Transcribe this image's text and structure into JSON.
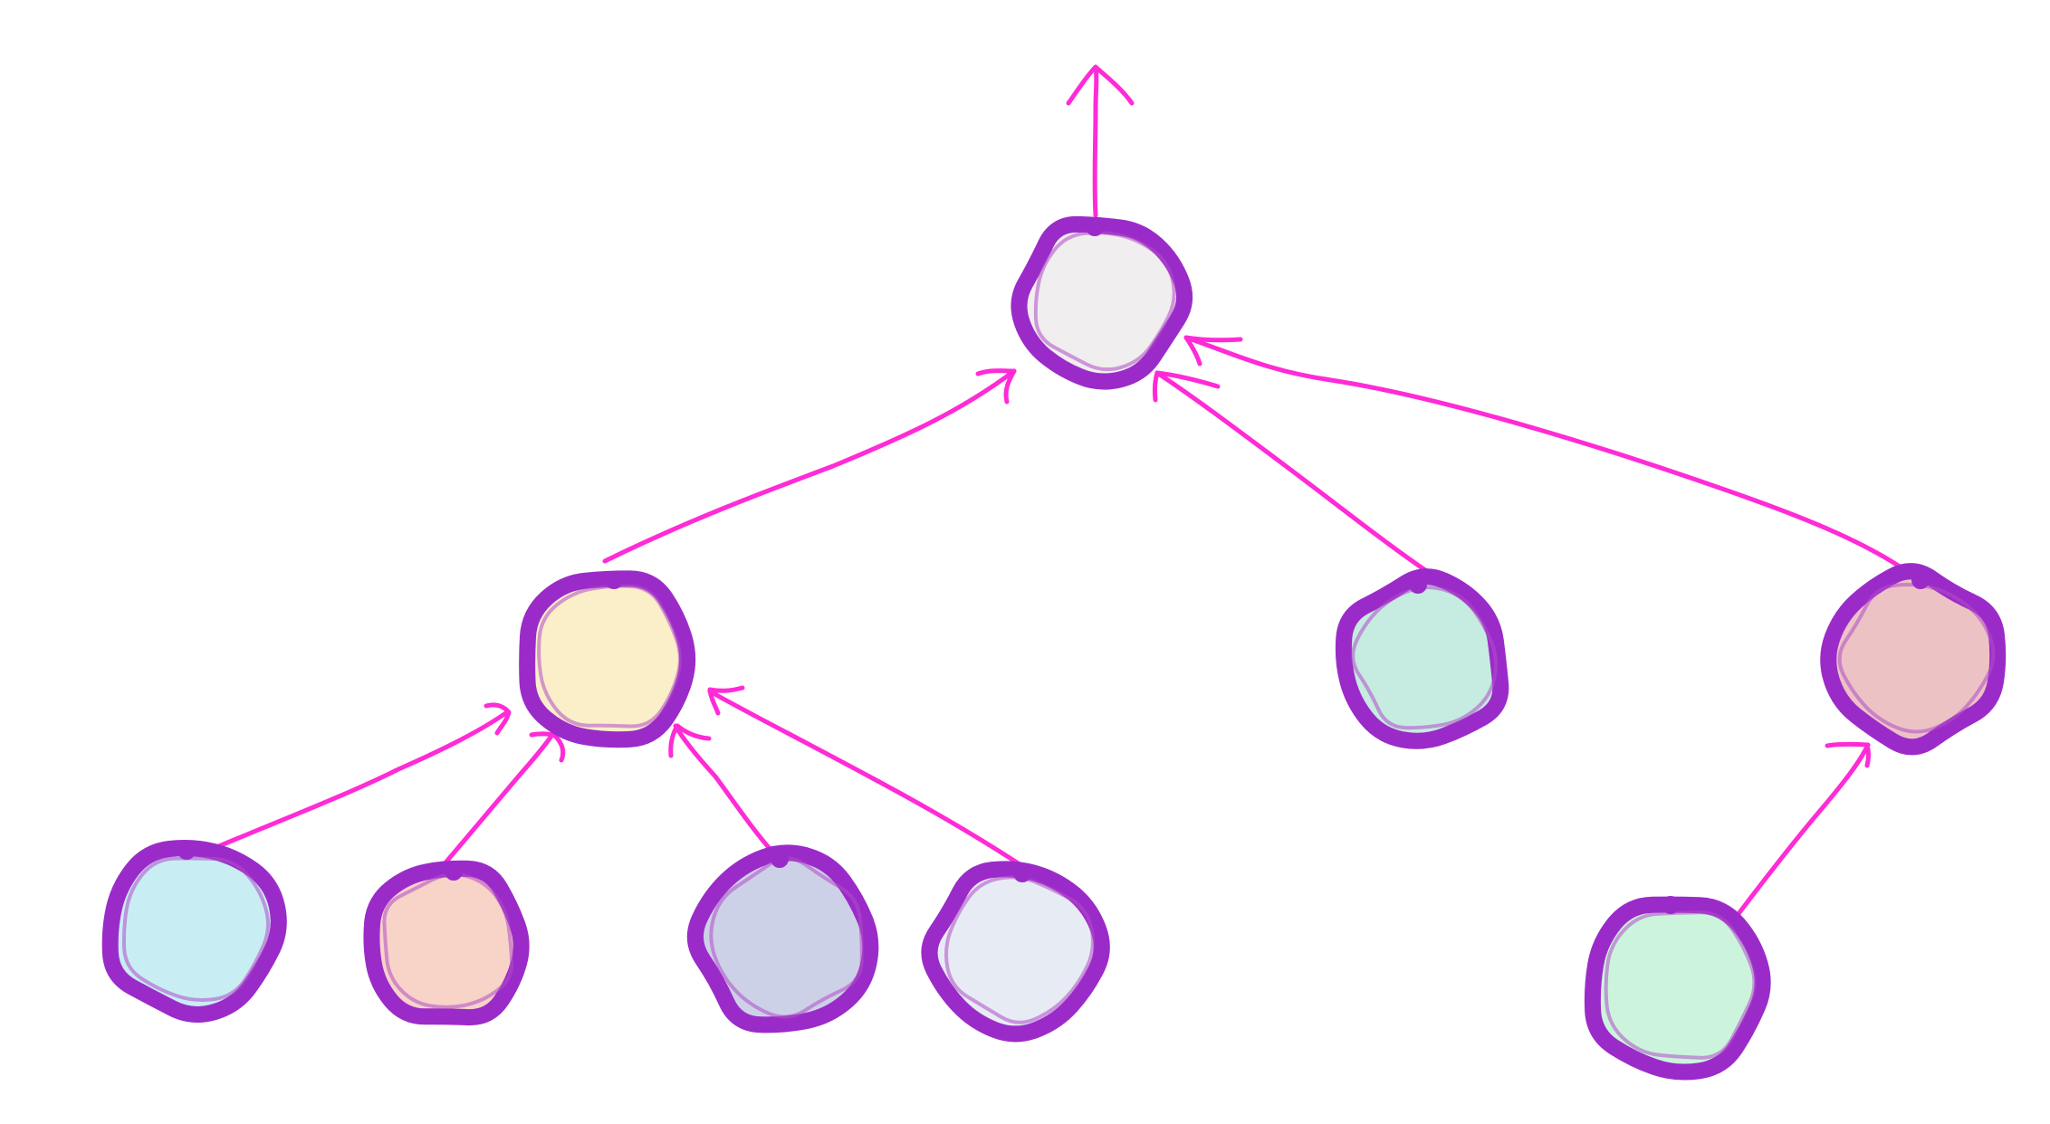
{
  "diagram": {
    "type": "tree",
    "colors": {
      "edge": "#ff2bd6",
      "node_outline": "#9b2bc9",
      "node_outline_light": "#b04cc9",
      "background": "#ffffff"
    },
    "nodes": [
      {
        "id": "root",
        "fill": "#f0eeee",
        "level": 0
      },
      {
        "id": "left-mid",
        "fill": "#fbefc9",
        "level": 1,
        "parent": "root"
      },
      {
        "id": "center-mid",
        "fill": "#c6ebe1",
        "level": 1,
        "parent": "root"
      },
      {
        "id": "right-mid",
        "fill": "#ecc2c4",
        "level": 1,
        "parent": "root"
      },
      {
        "id": "leaf-1",
        "fill": "#c8eef4",
        "level": 2,
        "parent": "left-mid"
      },
      {
        "id": "leaf-2",
        "fill": "#f8d3c8",
        "level": 2,
        "parent": "left-mid"
      },
      {
        "id": "leaf-3",
        "fill": "#cdd1e7",
        "level": 2,
        "parent": "left-mid"
      },
      {
        "id": "leaf-4",
        "fill": "#e7ecf4",
        "level": 2,
        "parent": "left-mid"
      },
      {
        "id": "leaf-5",
        "fill": "#ccf4dd",
        "level": 2,
        "parent": "right-mid"
      }
    ],
    "root_output_arrow": true
  }
}
